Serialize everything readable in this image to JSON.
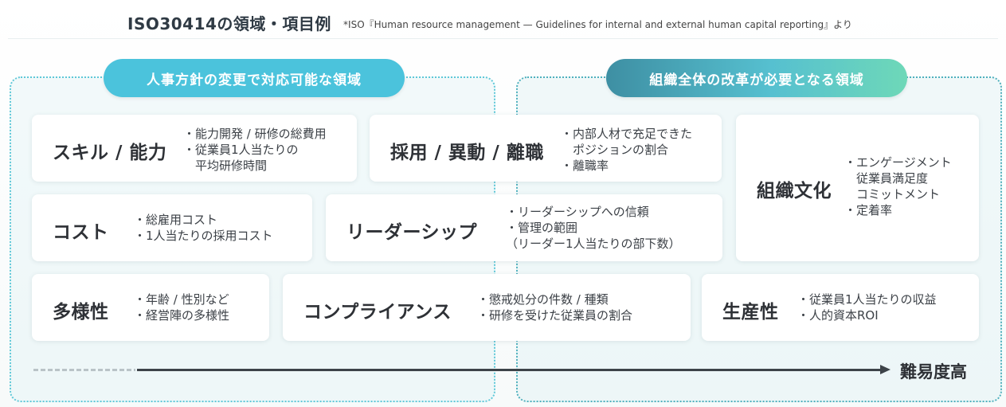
{
  "header": {
    "title": "ISO30414の領域・項目例",
    "note": "*ISO『Human resource management — Guidelines for internal and external human capital reporting』より"
  },
  "regions": {
    "left_label": "人事方針の変更で対応可能な領域",
    "right_label": "組織全体の改革が必要となる領域"
  },
  "cards": {
    "skill": {
      "title": "スキル / 能力",
      "items": [
        "・能力開発 / 研修の総費用",
        "・従業員1人当たりの",
        "　平均研修時間"
      ]
    },
    "recruit": {
      "title": "採用 / 異動 / 離職",
      "items": [
        "・内部人材で充足できた",
        "　ポジションの割合",
        "・離職率"
      ]
    },
    "culture": {
      "title": "組織文化",
      "items": [
        "・エンゲージメント",
        "　従業員満足度",
        "　コミットメント",
        "・定着率"
      ]
    },
    "cost": {
      "title": "コスト",
      "items": [
        "・総雇用コスト",
        "・1人当たりの採用コスト"
      ]
    },
    "leadership": {
      "title": "リーダーシップ",
      "items": [
        "・リーダーシップへの信頼",
        "・管理の範囲",
        "（リーダー1人当たりの部下数）"
      ]
    },
    "diversity": {
      "title": "多様性",
      "items": [
        "・年齢 / 性別など",
        "・経営陣の多様性"
      ]
    },
    "compliance": {
      "title": "コンプライアンス",
      "items": [
        "・懲戒処分の件数 / 種類",
        "・研修を受けた従業員の割合"
      ]
    },
    "productivity": {
      "title": "生産性",
      "items": [
        "・従業員1人当たりの収益",
        "・人的資本ROI"
      ]
    }
  },
  "axis": {
    "label": "難易度高"
  },
  "colors": {
    "left_accent": "#4bc3dc",
    "right_gradient_start": "#3e8fa3",
    "right_gradient_end": "#6ed8b8",
    "text_dark": "#2e3136"
  }
}
